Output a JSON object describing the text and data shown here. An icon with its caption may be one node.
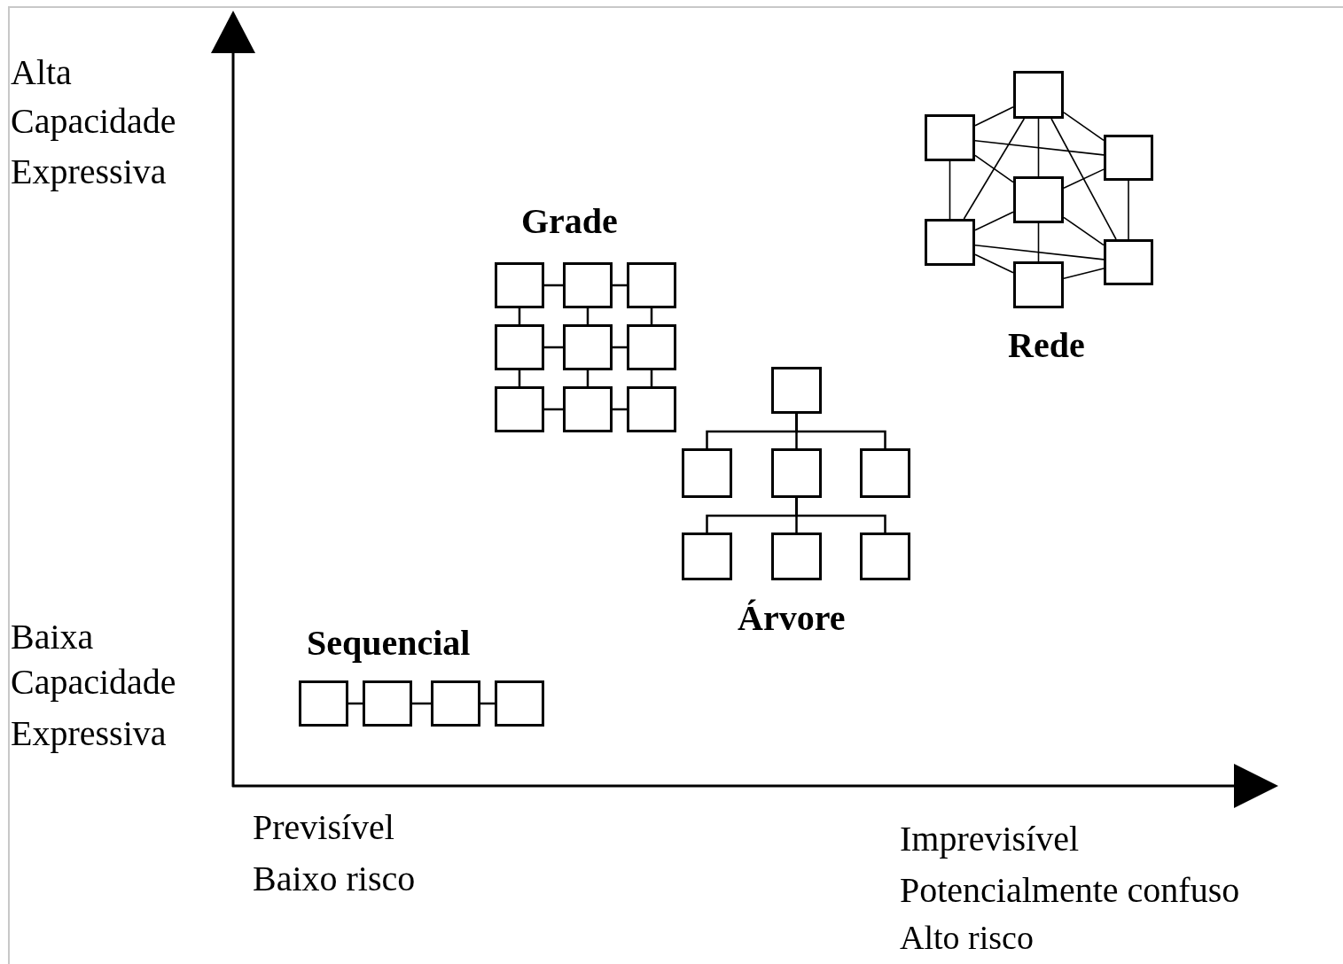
{
  "diagram": {
    "nodes": [
      {
        "text": [],
        "shape": "box"
      },
      {
        "text": [],
        "shape": "box"
      },
      {
        "text": [],
        "shape": "box"
      },
      {
        "text": [],
        "shape": "box"
      },
      {
        "text": [],
        "shape": "box"
      },
      {
        "text": [],
        "shape": "box"
      },
      {
        "text": [],
        "shape": "box"
      },
      {
        "text": [],
        "shape": "box"
      },
      {
        "text": [],
        "shape": "box"
      },
      {
        "text": [],
        "shape": "box"
      },
      {
        "text": [],
        "shape": "box"
      },
      {
        "text": [],
        "shape": "box"
      },
      {
        "text": [],
        "shape": "box"
      },
      {
        "text": [],
        "shape": "box"
      },
      {
        "text": [],
        "shape": "box"
      },
      {
        "text": [],
        "shape": "box"
      },
      {
        "text": [],
        "shape": "box"
      },
      {
        "text": [],
        "shape": "box"
      },
      {
        "text": [],
        "shape": "box"
      },
      {
        "text": [],
        "shape": "box"
      },
      {
        "text": [],
        "shape": "box"
      },
      {
        "text": [],
        "shape": "box"
      },
      {
        "text": [],
        "shape": "box"
      },
      {
        "text": [],
        "shape": "box"
      },
      {
        "text": [],
        "shape": "box"
      },
      {
        "text": [],
        "shape": "box"
      },
      {
        "text": [],
        "shape": "box"
      }
    ],
    "edges": [
      {
        "from": 0,
        "to": 1,
        "arrow": "none"
      },
      {
        "from": 1,
        "to": 2,
        "arrow": "none"
      },
      {
        "from": 2,
        "to": 3,
        "arrow": "none"
      },
      {
        "from": 4,
        "to": 5,
        "arrow": "none"
      },
      {
        "from": 5,
        "to": 6,
        "arrow": "none"
      },
      {
        "from": 7,
        "to": 8,
        "arrow": "none"
      },
      {
        "from": 8,
        "to": 9,
        "arrow": "none"
      },
      {
        "from": 10,
        "to": 11,
        "arrow": "none"
      },
      {
        "from": 11,
        "to": 12,
        "arrow": "none"
      },
      {
        "from": 4,
        "to": 7,
        "arrow": "none"
      },
      {
        "from": 5,
        "to": 8,
        "arrow": "none"
      },
      {
        "from": 6,
        "to": 9,
        "arrow": "none"
      },
      {
        "from": 7,
        "to": 10,
        "arrow": "none"
      },
      {
        "from": 8,
        "to": 11,
        "arrow": "none"
      },
      {
        "from": 9,
        "to": 12,
        "arrow": "none"
      },
      {
        "from": 13,
        "to": 14,
        "arrow": "none"
      },
      {
        "from": 13,
        "to": 15,
        "arrow": "none"
      },
      {
        "from": 13,
        "to": 16,
        "arrow": "none"
      },
      {
        "from": 15,
        "to": 17,
        "arrow": "none"
      },
      {
        "from": 15,
        "to": 18,
        "arrow": "none"
      },
      {
        "from": 15,
        "to": 19,
        "arrow": "none"
      },
      {
        "from": 20,
        "to": 21,
        "arrow": "none"
      },
      {
        "from": 20,
        "to": 22,
        "arrow": "none"
      },
      {
        "from": 20,
        "to": 23,
        "arrow": "none"
      },
      {
        "from": 20,
        "to": 24,
        "arrow": "none"
      },
      {
        "from": 20,
        "to": 25,
        "arrow": "none"
      },
      {
        "from": 21,
        "to": 22,
        "arrow": "none"
      },
      {
        "from": 21,
        "to": 23,
        "arrow": "none"
      },
      {
        "from": 21,
        "to": 24,
        "arrow": "none"
      },
      {
        "from": 22,
        "to": 23,
        "arrow": "none"
      },
      {
        "from": 23,
        "to": 24,
        "arrow": "none"
      },
      {
        "from": 23,
        "to": 25,
        "arrow": "none"
      },
      {
        "from": 23,
        "to": 26,
        "arrow": "none"
      },
      {
        "from": 22,
        "to": 25,
        "arrow": "none"
      },
      {
        "from": 24,
        "to": 25,
        "arrow": "none"
      },
      {
        "from": 24,
        "to": 26,
        "arrow": "none"
      },
      {
        "from": 26,
        "to": 25,
        "arrow": "none"
      }
    ],
    "labels": [
      "Alta",
      "Capacidade",
      "Expressiva",
      "Grade",
      "Rede",
      "Árvore",
      "Baixa",
      "Capacidade",
      "Expressiva",
      "Sequencial",
      "Previsível",
      "Baixo risco",
      "Imprevisível",
      "Potencialmente confuso",
      "Alto risco"
    ]
  }
}
